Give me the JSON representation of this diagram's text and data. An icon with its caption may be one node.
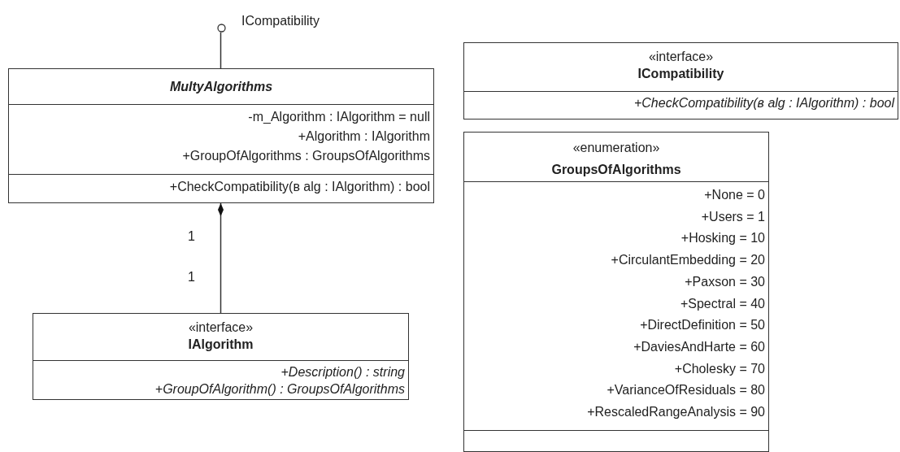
{
  "diagram": {
    "nodes": [
      {
        "text": [],
        "shape": "circle",
        "beside": [
          "ICompatibility"
        ]
      },
      {
        "text": [
          "MultyAlgorithms",
          "-m_Algorithm : IAlgorithm = null",
          "+Algorithm : IAlgorithm",
          "+GroupOfAlgorithms : GroupsOfAlgorithms",
          "+CheckCompatibility(в alg : IAlgorithm) : bool"
        ]
      },
      {
        "text": [
          "«interface»",
          "IAlgorithm",
          "+Description() : string",
          "+GroupOfAlgorithm() : GroupsOfAlgorithms"
        ]
      },
      {
        "text": [
          "«interface»",
          "ICompatibility",
          "+CheckCompatibility(в alg : IAlgorithm) : bool"
        ]
      },
      {
        "text": [
          "«enumeration»",
          "GroupsOfAlgorithms",
          "+None = 0",
          "+Users = 1",
          "+Hosking = 10",
          "+CirculantEmbedding = 20",
          "+Paxson = 30",
          "+Spectral = 40",
          "+DirectDefinition = 50",
          "+DaviesAndHarte = 60",
          "+Cholesky = 70",
          "+VarianceOfResiduals = 80",
          "+RescaledRangeAnalysis = 90"
        ]
      }
    ],
    "edges": [
      {
        "from": 0,
        "to": 1,
        "arrow": "none"
      },
      {
        "from": 1,
        "to": 2,
        "arrow": "other"
      }
    ],
    "labels": [
      "1",
      "1"
    ]
  }
}
